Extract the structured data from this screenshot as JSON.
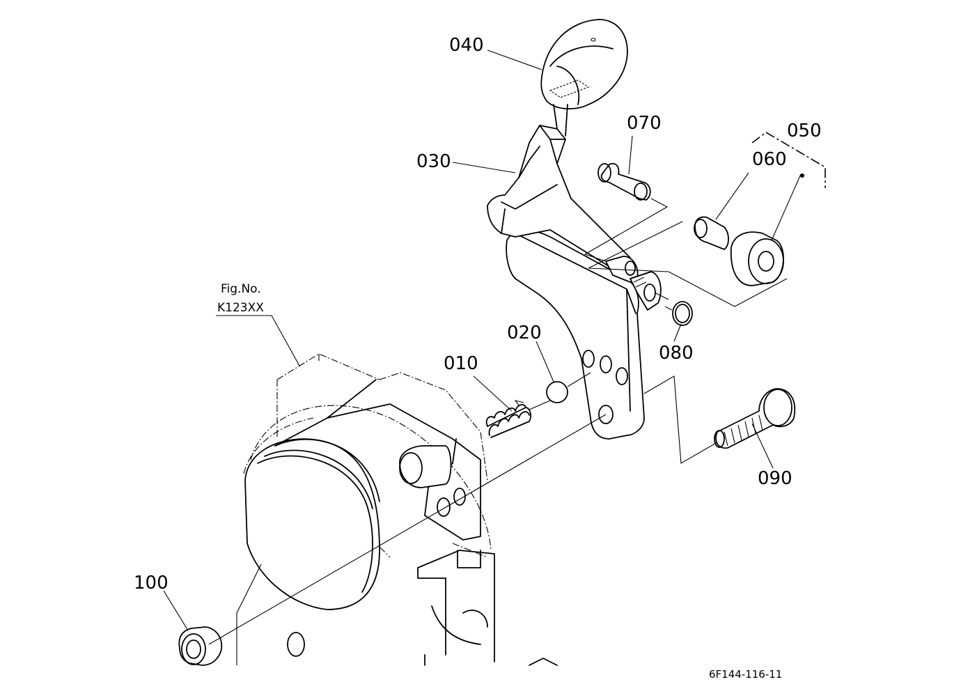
{
  "labels": {
    "p010": "010",
    "p020": "020",
    "p030": "030",
    "p040": "040",
    "p050": "050",
    "p060": "060",
    "p070": "070",
    "p080": "080",
    "p090": "090",
    "p100": "100"
  },
  "figure_ref": {
    "line1": "Fig.No.",
    "line2": "K123XX"
  },
  "drawing_code": "6F144-116-11"
}
